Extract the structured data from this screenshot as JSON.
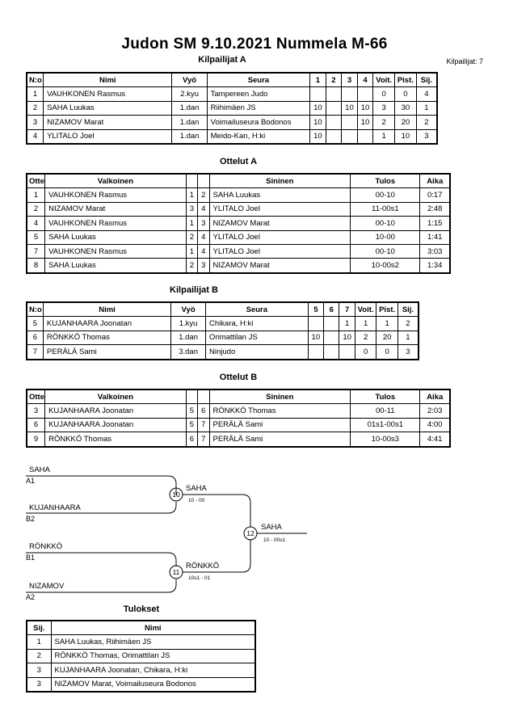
{
  "title": "Judon SM  9.10.2021  Nummela   M-66",
  "competitor_count": "Kilpailijat: 7",
  "pool_a": {
    "heading": "Kilpailijat A",
    "headers": [
      "N:o",
      "Nimi",
      "Vyö",
      "Seura",
      "1",
      "2",
      "3",
      "4",
      "Voit.",
      "Pist.",
      "Sij."
    ],
    "rows": [
      [
        "1",
        "VAUHKONEN Rasmus",
        "2.kyu",
        "Tampereen Judo",
        "",
        "",
        "",
        "",
        "0",
        "0",
        "4"
      ],
      [
        "2",
        "SAHA Luukas",
        "1.dan",
        "Riihimäen JS",
        "10",
        "",
        "10",
        "10",
        "3",
        "30",
        "1"
      ],
      [
        "3",
        "NIZAMOV Marat",
        "1.dan",
        "Voimailuseura Bodonos",
        "10",
        "",
        "",
        "10",
        "2",
        "20",
        "2"
      ],
      [
        "4",
        "YLITALO Joel",
        "1.dan",
        "Meido-Kan, H:ki",
        "10",
        "",
        "",
        "",
        "1",
        "10",
        "3"
      ]
    ]
  },
  "matches_a": {
    "heading": "Ottelut A",
    "headers": [
      "Ottelu",
      "Valkoinen",
      "",
      "",
      "Sininen",
      "Tulos",
      "Aika"
    ],
    "rows": [
      [
        "1",
        "VAUHKONEN Rasmus",
        "1",
        "2",
        "SAHA Luukas",
        "00-10",
        "0:17"
      ],
      [
        "2",
        "NIZAMOV Marat",
        "3",
        "4",
        "YLITALO Joel",
        "11-00s1",
        "2:48"
      ],
      [
        "4",
        "VAUHKONEN Rasmus",
        "1",
        "3",
        "NIZAMOV Marat",
        "00-10",
        "1:15"
      ],
      [
        "5",
        "SAHA Luukas",
        "2",
        "4",
        "YLITALO Joel",
        "10-00",
        "1:41"
      ],
      [
        "7",
        "VAUHKONEN Rasmus",
        "1",
        "4",
        "YLITALO Joel",
        "00-10",
        "3:03"
      ],
      [
        "8",
        "SAHA Luukas",
        "2",
        "3",
        "NIZAMOV Marat",
        "10-00s2",
        "1:34"
      ]
    ]
  },
  "pool_b": {
    "heading": "Kilpailijat B",
    "headers": [
      "N:o",
      "Nimi",
      "Vyö",
      "Seura",
      "5",
      "6",
      "7",
      "Voit.",
      "Pist.",
      "Sij."
    ],
    "rows": [
      [
        "5",
        "KUJANHAARA Joonatan",
        "1.kyu",
        "Chikara, H:ki",
        "",
        "",
        "1",
        "1",
        "1",
        "2"
      ],
      [
        "6",
        "RÖNKKÖ Thomas",
        "1.dan",
        "Orimattilan JS",
        "10",
        "",
        "10",
        "2",
        "20",
        "1"
      ],
      [
        "7",
        "PERÄLÄ Sami",
        "3.dan",
        "Ninjudo",
        "",
        "",
        "",
        "0",
        "0",
        "3"
      ]
    ]
  },
  "matches_b": {
    "heading": "Ottelut B",
    "headers": [
      "Ottelu",
      "Valkoinen",
      "",
      "",
      "Sininen",
      "Tulos",
      "Aika"
    ],
    "rows": [
      [
        "3",
        "KUJANHAARA Joonatan",
        "5",
        "6",
        "RÖNKKÖ Thomas",
        "00-11",
        "2:03"
      ],
      [
        "6",
        "KUJANHAARA Joonatan",
        "5",
        "7",
        "PERÄLÄ Sami",
        "01s1-00s1",
        "4:00"
      ],
      [
        "9",
        "RÖNKKÖ Thomas",
        "6",
        "7",
        "PERÄLÄ Sami",
        "10-00s3",
        "4:41"
      ]
    ]
  },
  "bracket": {
    "entrants": [
      {
        "name": "SAHA",
        "seed": "A1"
      },
      {
        "name": "KUJANHAARA",
        "seed": "B2"
      },
      {
        "name": "RÖNKKÖ",
        "seed": "B1"
      },
      {
        "name": "NIZAMOV",
        "seed": "A2"
      }
    ],
    "semis": [
      {
        "match": "10",
        "winner": "SAHA",
        "score": "10 - 00"
      },
      {
        "match": "11",
        "winner": "RÖNKKÖ",
        "score": "10s1 - 01"
      }
    ],
    "final": {
      "match": "12",
      "winner": "SAHA",
      "score": "10 - 00s1"
    }
  },
  "results": {
    "heading": "Tulokset",
    "headers": [
      "Sij.",
      "Nimi"
    ],
    "rows": [
      [
        "1",
        "SAHA Luukas, Riihimäen JS"
      ],
      [
        "2",
        "RÖNKKÖ Thomas, Orimattilan JS"
      ],
      [
        "3",
        "KUJANHAARA Joonatan, Chikara, H:ki"
      ],
      [
        "3",
        "NIZAMOV Marat, Voimailuseura Bodonos"
      ]
    ]
  }
}
